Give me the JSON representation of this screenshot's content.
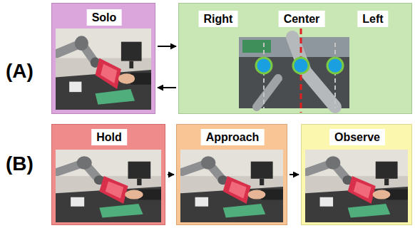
{
  "diagram": {
    "nodes": [
      {
        "text": [
          "Solo"
        ]
      },
      {
        "text": [
          "Right",
          "Center",
          "Left"
        ]
      },
      {
        "text": [
          "Hold"
        ]
      },
      {
        "text": [
          "Approach"
        ]
      },
      {
        "text": [
          "Observe"
        ]
      }
    ],
    "edges": [
      {
        "from": 0,
        "to": 1,
        "arrow": "to"
      },
      {
        "from": 1,
        "to": 0,
        "arrow": "to"
      },
      {
        "from": 2,
        "to": 3,
        "arrow": "to"
      },
      {
        "from": 3,
        "to": 4,
        "arrow": "to"
      }
    ],
    "labels": [
      "(A)",
      "(B)"
    ]
  }
}
